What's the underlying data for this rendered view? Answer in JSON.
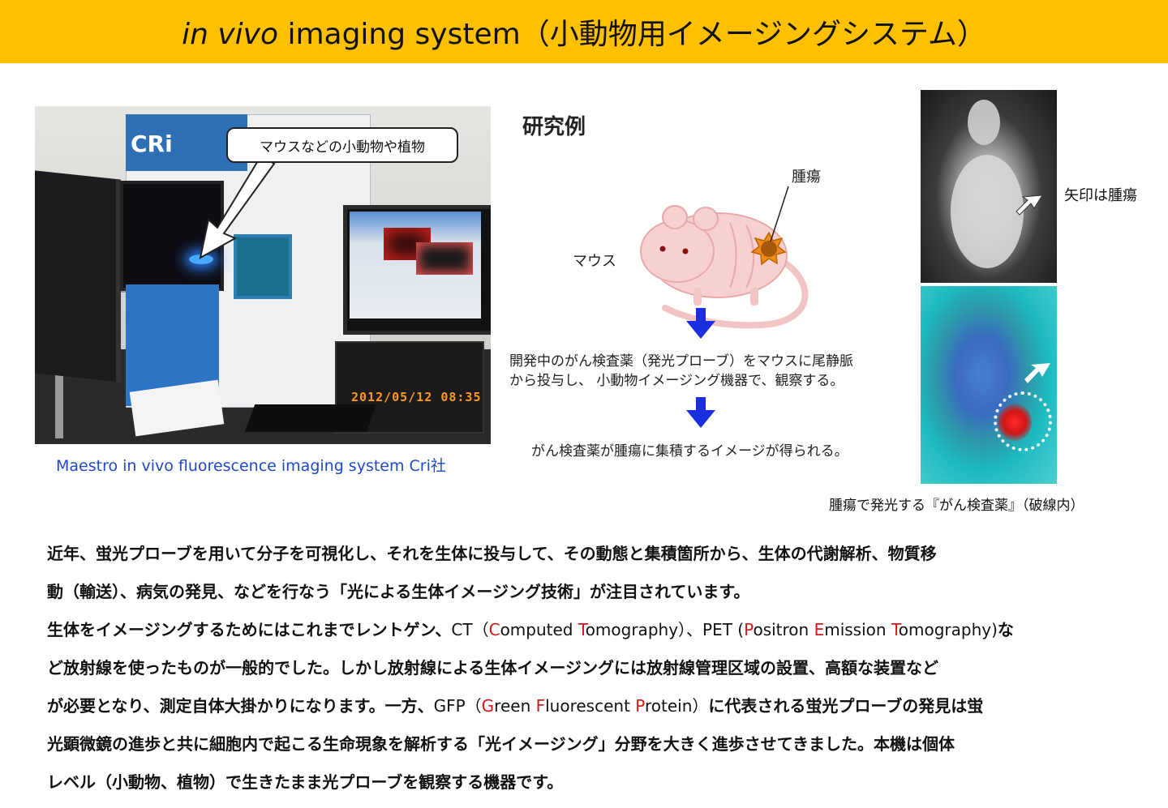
{
  "header": {
    "title_italic": "in vivo",
    "title_rest": " imaging system（小動物用イメージングシステム）"
  },
  "photo": {
    "callout": "マウスなどの小動物や植物",
    "timestamp": "2012/05/12  08:35",
    "caption": "Maestro in vivo fluorescence imaging system  Cri社"
  },
  "research": {
    "title": "研究例",
    "label_tumor": "腫瘍",
    "label_mouse": "マウス",
    "step_line1": "開発中のがん検査薬（発光プローブ）をマウスに尾静脈",
    "step_line2": "から投与し、 小動物イメージング機器で、観察する。",
    "result": "がん検査薬が腫瘍に集積するイメージが得られる。"
  },
  "mouse_photos": {
    "arrow_note": "矢印は腫瘍",
    "caption": "腫瘍で発光する『がん検査薬』（破線内）"
  },
  "body": {
    "p1_line1": "近年、蛍光プローブを用いて分子を可視化し、それを生体に投与して、その動態と集積箇所から、生体の代謝解析、物質移",
    "p1_line2": "動（輸送）、病気の発見、などを行なう「光による生体イメージング技術」が注目されています。",
    "p2_pre": " 生体をイメージングするためにはこれまでレントゲン、",
    "ct_pre": "CT（",
    "ct_c": "C",
    "ct_omputed": "omputed ",
    "ct_t": "T",
    "ct_omography": "omography）",
    "pet_sep": "、PET (",
    "pet_p": "P",
    "pet_ositron": "ositron ",
    "pet_e": "E",
    "pet_mission": "mission ",
    "pet_t": "T",
    "pet_omography": "omography)",
    "p2_end1": "な",
    "p2_line2": "ど放射線を使ったものが一般的でした。しかし放射線による生体イメージングには放射線管理区域の設置、高額な装置など",
    "p2_line3_pre": "が必要となり、測定自体大掛かりになります。一方、",
    "gfp_pre": "GFP（",
    "gfp_g": "G",
    "gfp_reen": "reen  ",
    "gfp_f": "F",
    "gfp_luorescent": "luorescent  ",
    "gfp_p": "P",
    "gfp_rotein": "rotein）",
    "p2_line3_post": "に代表される蛍光プローブの発見は蛍",
    "p2_line4": "光顕微鏡の進歩と共に細胞内で起こる生命現象を解析する「光イメージング」分野を大きく進歩させてきました。本機は個体",
    "p2_line5": "レベル（小動物、植物）で生きたまま光プローブを観察する機器です。"
  },
  "colors": {
    "header_bg": "#ffc000",
    "caption_blue": "#1f49c6",
    "highlight_red": "#d01818",
    "arrow_blue": "#1a2fe0"
  }
}
